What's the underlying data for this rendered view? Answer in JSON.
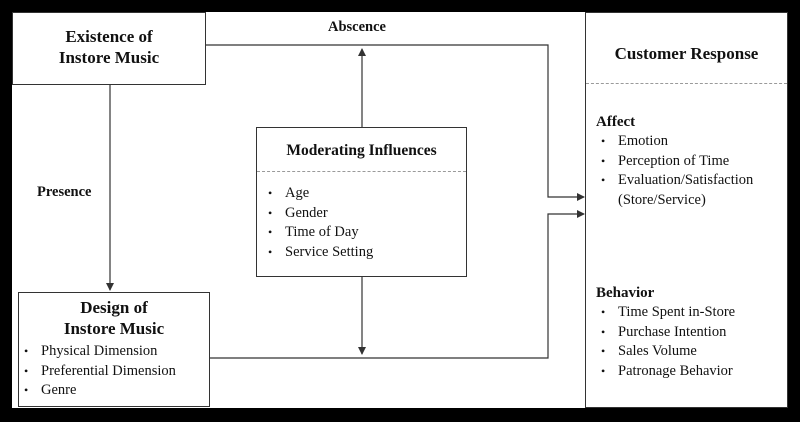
{
  "existence_box": {
    "title_line1": "Existence of",
    "title_line2": "Instore Music"
  },
  "design_box": {
    "title_line1": "Design of",
    "title_line2": "Instore Music",
    "items": [
      "Physical Dimension",
      "Preferential Dimension",
      "Genre"
    ]
  },
  "moderating_box": {
    "title": "Moderating Influences",
    "items": [
      "Age",
      "Gender",
      "Time of Day",
      "Service Setting"
    ]
  },
  "response_box": {
    "title": "Customer Response",
    "affect": {
      "heading": "Affect",
      "items": [
        "Emotion",
        "Perception of Time",
        "Evaluation/Satisfaction",
        "(Store/Service)"
      ]
    },
    "behavior": {
      "heading": "Behavior",
      "items": [
        "Time Spent in-Store",
        "Purchase Intention",
        "Sales Volume",
        "Patronage Behavior"
      ]
    }
  },
  "flow_labels": {
    "absence": "Abscence",
    "presence": "Presence"
  }
}
